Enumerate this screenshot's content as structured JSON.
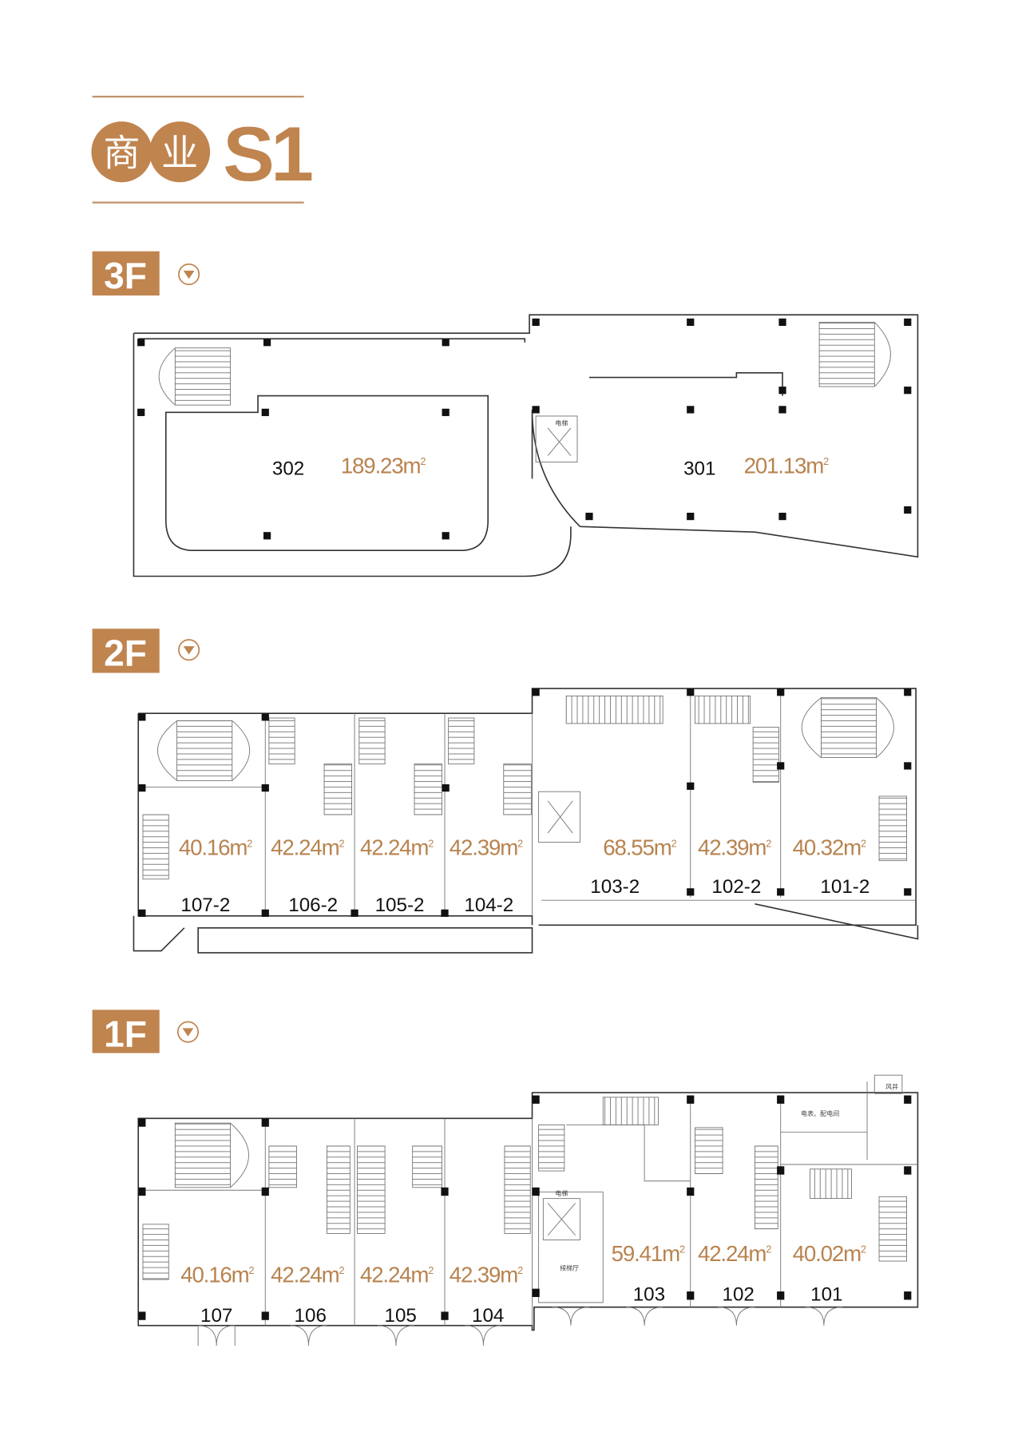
{
  "header": {
    "title_chars": [
      "商",
      "业"
    ],
    "building": "S1",
    "brand_color": "#c0844f"
  },
  "floors": {
    "f3": {
      "label": "3F",
      "icon": "chevron-down-circle-icon",
      "elevator_label": "电梯",
      "units": [
        {
          "id": "302",
          "area": "189.23m",
          "unit_sup": "2"
        },
        {
          "id": "301",
          "area": "201.13m",
          "unit_sup": "2"
        }
      ]
    },
    "f2": {
      "label": "2F",
      "icon": "chevron-down-circle-icon",
      "units": [
        {
          "id": "107-2",
          "area": "40.16m",
          "unit_sup": "2"
        },
        {
          "id": "106-2",
          "area": "42.24m",
          "unit_sup": "2"
        },
        {
          "id": "105-2",
          "area": "42.24m",
          "unit_sup": "2"
        },
        {
          "id": "104-2",
          "area": "42.39m",
          "unit_sup": "2"
        },
        {
          "id": "103-2",
          "area": "68.55m",
          "unit_sup": "2"
        },
        {
          "id": "102-2",
          "area": "42.39m",
          "unit_sup": "2"
        },
        {
          "id": "101-2",
          "area": "40.32m",
          "unit_sup": "2"
        }
      ]
    },
    "f1": {
      "label": "1F",
      "icon": "chevron-down-circle-icon",
      "elevator_label": "电梯",
      "hall_label": "候梯厅",
      "power_room_label": "电表、配电间",
      "shaft_label": "风井",
      "units": [
        {
          "id": "107",
          "area": "40.16m",
          "unit_sup": "2"
        },
        {
          "id": "106",
          "area": "42.24m",
          "unit_sup": "2"
        },
        {
          "id": "105",
          "area": "42.24m",
          "unit_sup": "2"
        },
        {
          "id": "104",
          "area": "42.39m",
          "unit_sup": "2"
        },
        {
          "id": "103",
          "area": "59.41m",
          "unit_sup": "2"
        },
        {
          "id": "102",
          "area": "42.24m",
          "unit_sup": "2"
        },
        {
          "id": "101",
          "area": "40.02m",
          "unit_sup": "2"
        }
      ]
    }
  }
}
